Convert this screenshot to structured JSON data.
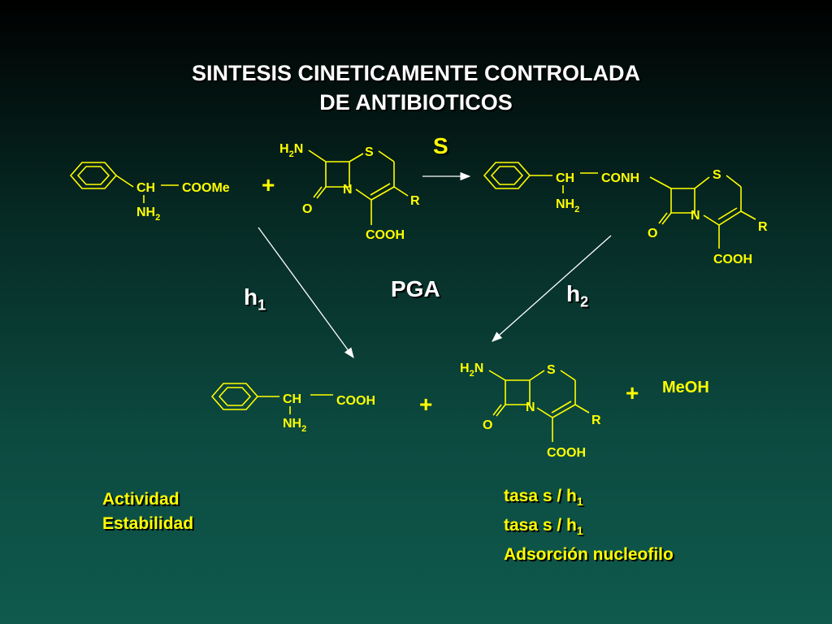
{
  "slide": {
    "title_line1": "SINTESIS CINETICAMENTE CONTROLADA",
    "title_line2": "DE  ANTIBIOTICOS"
  },
  "reactant1": {
    "ch": "CH",
    "ester": "COOMe",
    "nh": "NH",
    "nh_sub": "2"
  },
  "reactant2": {
    "h2n_h": "H",
    "h2n_sub": "2",
    "h2n_n": "N",
    "s": "S",
    "n": "N",
    "o": "O",
    "r": "R",
    "cooh": "COOH"
  },
  "product": {
    "ch": "CH",
    "conh": "CONH",
    "nh": "NH",
    "nh_sub": "2",
    "s": "S",
    "n": "N",
    "o": "O",
    "r": "R",
    "cooh": "COOH"
  },
  "hydrolysis_products": {
    "acid": {
      "ch": "CH",
      "cooh": "COOH",
      "nh": "NH",
      "nh_sub": "2"
    },
    "nucleus": {
      "h2n_h": "H",
      "h2n_sub": "2",
      "h2n_n": "N",
      "s": "S",
      "n": "N",
      "o": "O",
      "r": "R",
      "cooh": "COOH"
    },
    "meoh": "MeOH"
  },
  "labels": {
    "plus": "+",
    "s_arrow": "S",
    "pga": "PGA",
    "h1_h": "h",
    "h1_sub": "1",
    "h2_h": "h",
    "h2_sub": "2"
  },
  "notes_left": [
    "Actividad",
    "Estabilidad"
  ],
  "notes_right": {
    "line1_text": "tasa s / h",
    "line1_sub": "1",
    "line2_text": "tasa s / h",
    "line2_sub": "1",
    "line3_text": "Adsorción nucleofilo"
  },
  "colors": {
    "chem": "#ffff00",
    "title": "#ffffff",
    "background_top": "#000000",
    "background_bottom": "#0f5a4d"
  }
}
